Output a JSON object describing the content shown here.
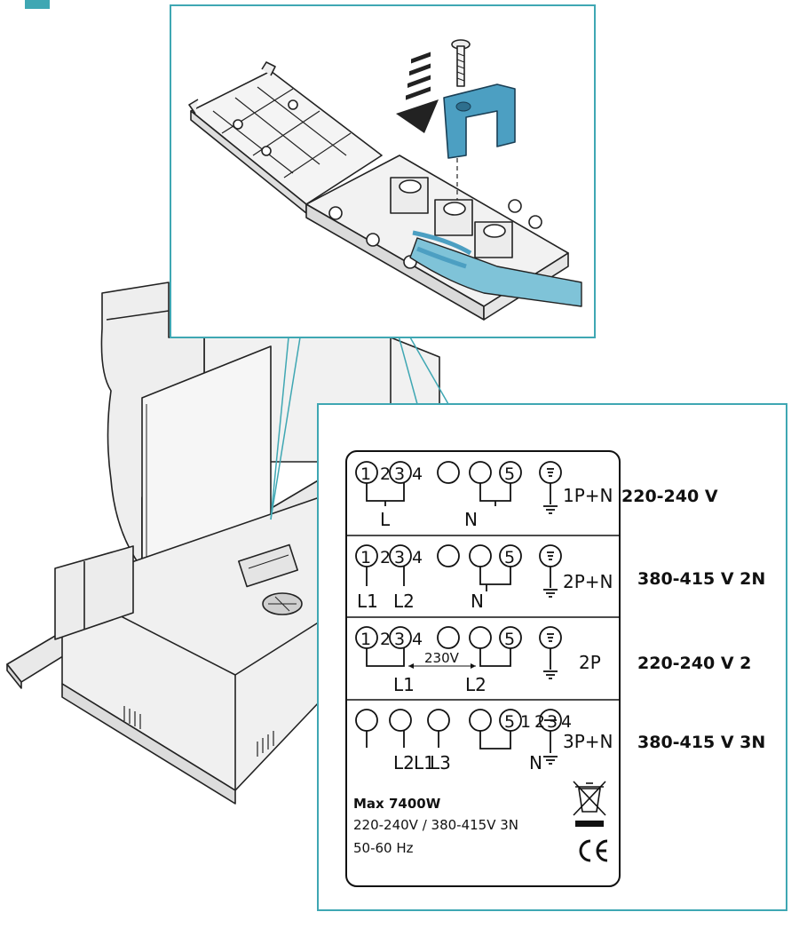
{
  "colors": {
    "frame": "#3fa7b3",
    "part_blue": "#4c9fc2",
    "cable_blue": "#7fc3d8",
    "ink": "#111111",
    "metal": "#f2f2f2"
  },
  "icons": [
    "screw-icon",
    "down-arrow-icon",
    "weee-bin-icon",
    "ce-mark-icon",
    "ground-symbol-icon"
  ],
  "connection_diagram": {
    "rows": [
      {
        "id": "1pn",
        "circles": [
          "1",
          "2",
          "3",
          "4",
          "",
          "",
          "5",
          ""
        ],
        "labels": [
          "L",
          "N"
        ],
        "type": "1P+N",
        "voltage": "220-240 V"
      },
      {
        "id": "2pn",
        "circles": [
          "1",
          "2",
          "3",
          "4",
          "",
          "",
          "5",
          ""
        ],
        "labels": [
          "L1",
          "L2",
          "N"
        ],
        "type": "2P+N",
        "voltage": "380-415 V 2N"
      },
      {
        "id": "2p",
        "circles": [
          "1",
          "2",
          "3",
          "4",
          "",
          "",
          "5",
          ""
        ],
        "labels": [
          "L1",
          "230V",
          "L2"
        ],
        "type": "2P",
        "voltage": "220-240 V 2"
      },
      {
        "id": "3pn",
        "circles": [
          "",
          "",
          "",
          "",
          "5",
          "1",
          "2",
          "3",
          "4"
        ],
        "labels": [
          "L2",
          "L1",
          "L3",
          "N"
        ],
        "type": "3P+N",
        "voltage": "380-415 V 3N"
      }
    ],
    "specs": {
      "power": "Max 7400W",
      "voltage": "220-240V / 380-415V 3N",
      "frequency": "50-60 Hz"
    }
  }
}
